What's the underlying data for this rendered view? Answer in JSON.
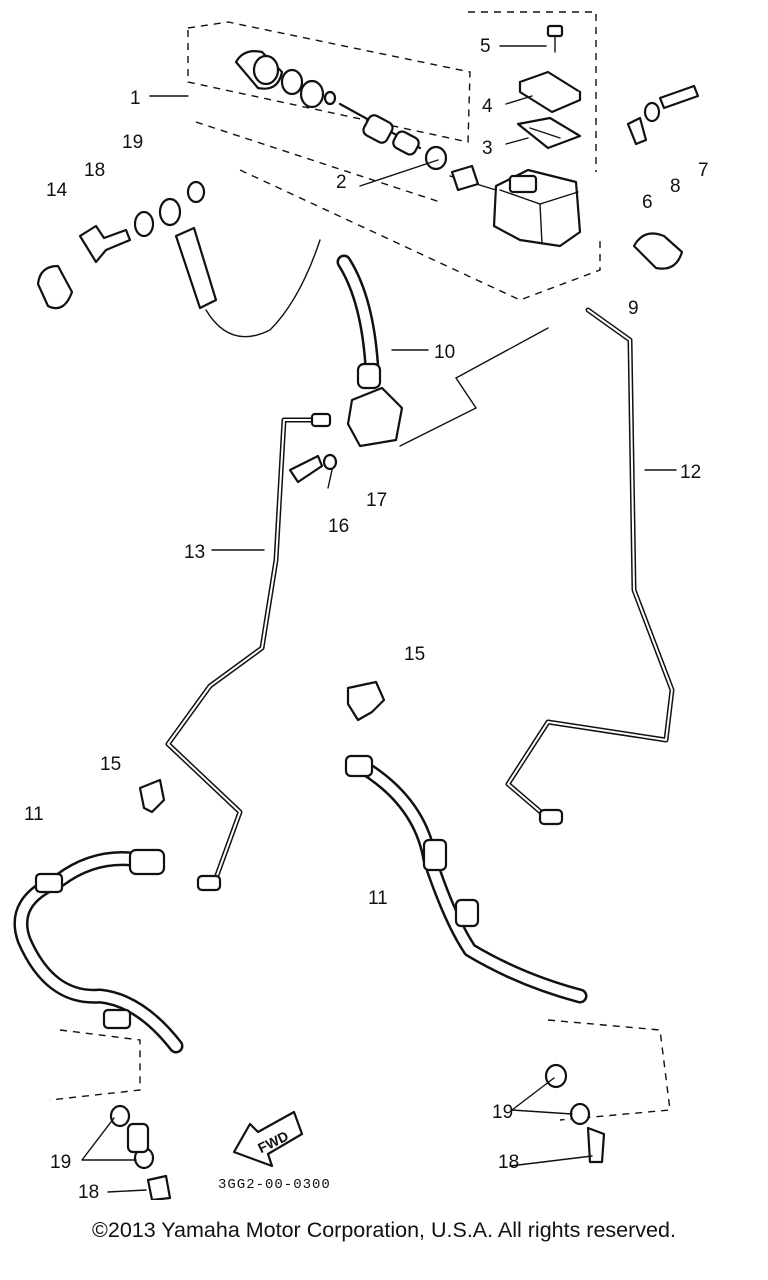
{
  "callouts": {
    "c1": "1",
    "c2": "2",
    "c3": "3",
    "c4": "4",
    "c5": "5",
    "c6": "6",
    "c7": "7",
    "c8": "8",
    "c9": "9",
    "c10": "10",
    "c11a": "11",
    "c11b": "11",
    "c12": "12",
    "c13": "13",
    "c14": "14",
    "c15a": "15",
    "c15b": "15",
    "c16": "16",
    "c17": "17",
    "c18a": "18",
    "c18b": "18",
    "c18c": "18",
    "c19a": "19",
    "c19b": "19",
    "c19c": "19"
  },
  "fwd_label": "FWD",
  "drawing_code": "3GG2-00-0300",
  "copyright": "©2013 Yamaha Motor Corporation, U.S.A. All rights reserved."
}
